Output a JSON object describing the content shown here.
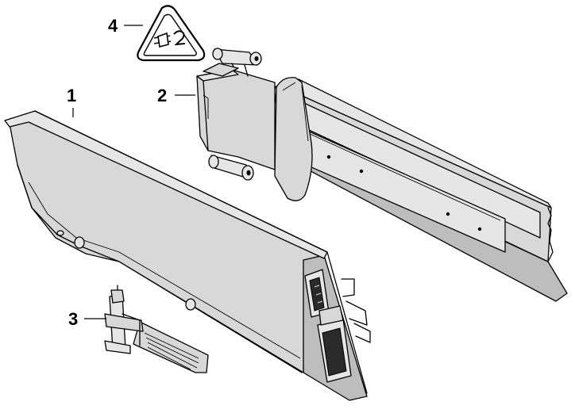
{
  "callouts": {
    "c1": "1",
    "c2": "2",
    "c3": "3",
    "c4": "4"
  },
  "colors": {
    "background": "#ffffff",
    "part_fill": "#d8d8d8",
    "outline": "#000000"
  },
  "icons": {
    "warning_triangle": "esd-warning-icon"
  }
}
